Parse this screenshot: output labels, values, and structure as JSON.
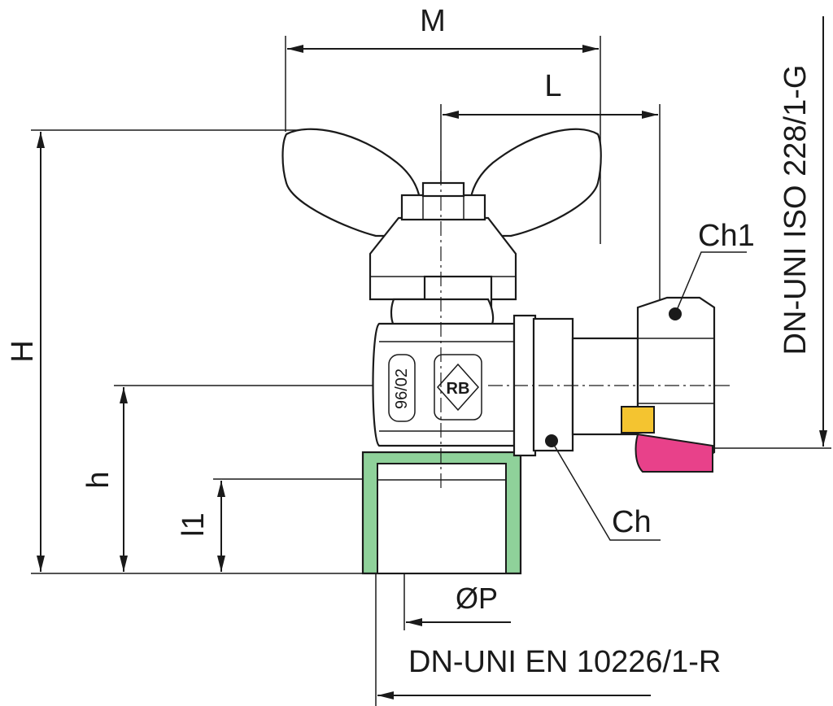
{
  "dimensions": {
    "M": "M",
    "L": "L",
    "H": "H",
    "h": "h",
    "l1": "l1",
    "OP": "ØP"
  },
  "callouts": {
    "Ch1": "Ch1",
    "Ch": "Ch"
  },
  "standards": {
    "vertical": "DN-UNI ISO 228/1-G",
    "horizontal": "DN-UNI EN 10226/1-R"
  },
  "body_marks": {
    "date_stamp": "96/02",
    "logo": "RB"
  },
  "colors": {
    "female_thread": "#8fd19a",
    "gasket_yellow": "#f4c430",
    "gasket_magenta": "#e8418a",
    "line": "#1a1a1a"
  }
}
